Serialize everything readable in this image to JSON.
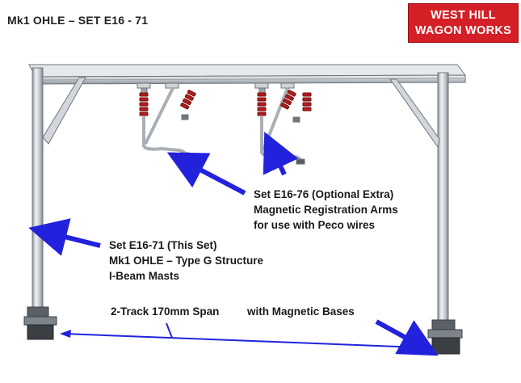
{
  "title": "Mk1 OHLE – SET E16 - 71",
  "logo": {
    "line1": "WEST HILL",
    "line2": "WAGON WORKS",
    "color": "#d51f26"
  },
  "callouts": {
    "registration": {
      "line1": "Set E16-76 (Optional Extra)",
      "line2": "Magnetic Registration Arms",
      "line3": "for use with Peco wires"
    },
    "structure": {
      "line1": "Set E16-71 (This Set)",
      "line2": "Mk1 OHLE – Type G Structure",
      "line3": "I-Beam Masts"
    },
    "span": "2-Track 170mm Span",
    "bases": "with Magnetic Bases"
  },
  "colors": {
    "arrow": "#2222dd",
    "steel": "#c9ced3",
    "insulator": "#b41c1c"
  }
}
